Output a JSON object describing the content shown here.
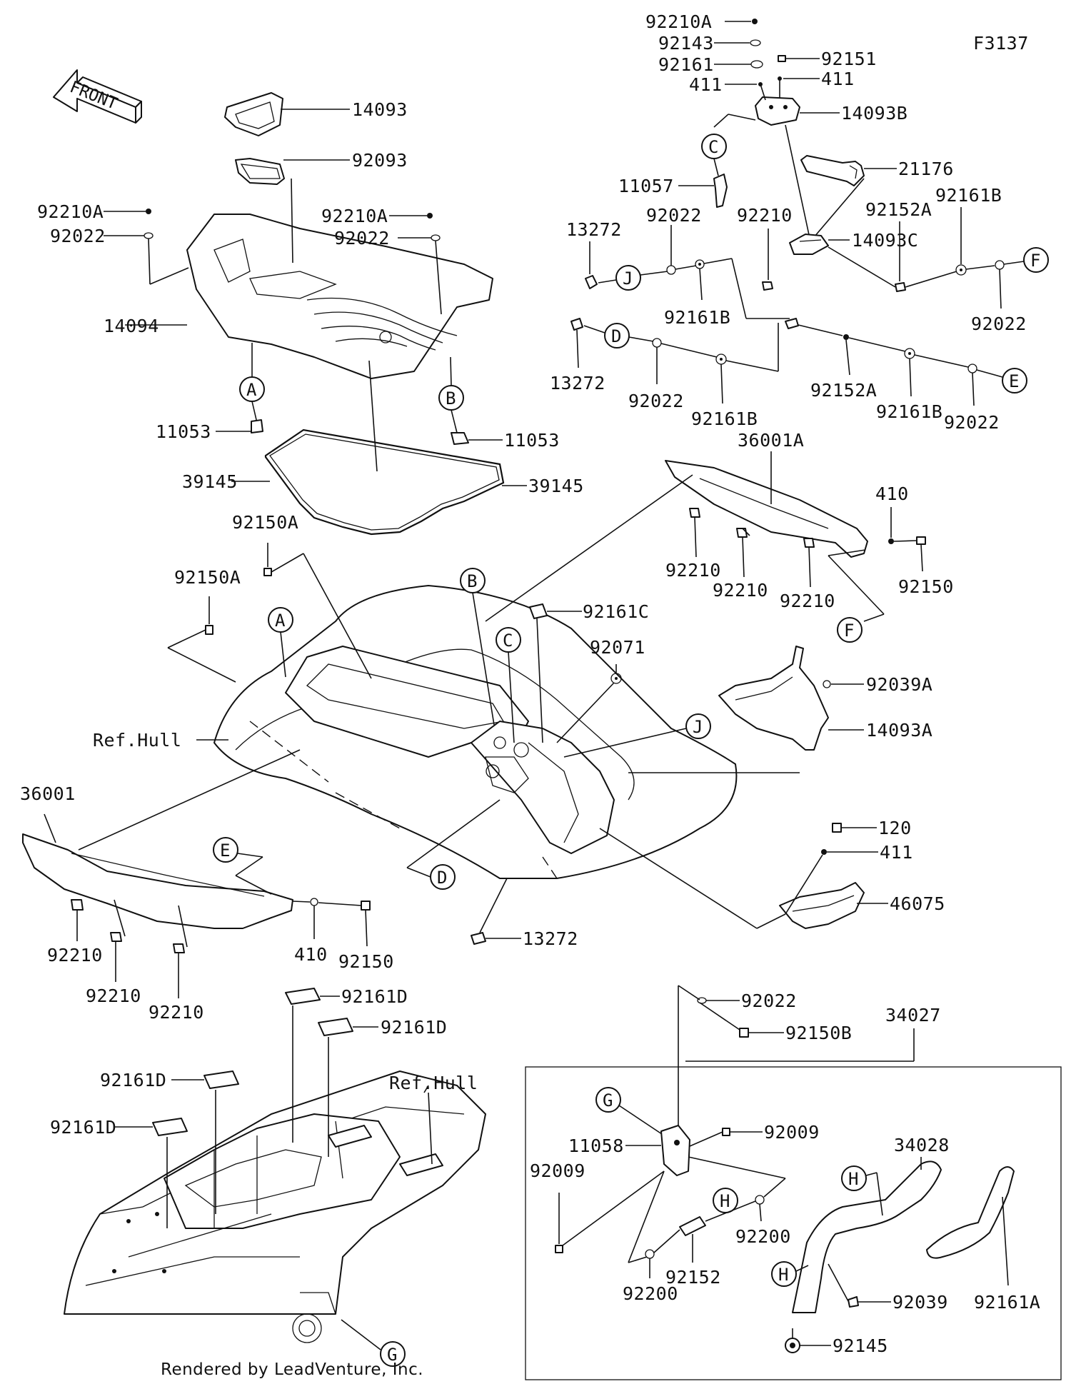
{
  "figure_code": "F3137",
  "footer": "Rendered by LeadVenture, Inc.",
  "front_arrow": "FRONT",
  "ref_hull_top": "Ref.Hull",
  "ref_hull_bottom": "Ref.Hull",
  "callouts": {
    "A1": "A",
    "A2": "A",
    "B1": "B",
    "B2": "B",
    "C1": "C",
    "C2": "C",
    "D1": "D",
    "D2": "D",
    "E1": "E",
    "E2": "E",
    "F1": "F",
    "F2": "F",
    "G1": "G",
    "G2": "G",
    "H1": "H",
    "H2": "H",
    "H3": "H",
    "J1": "J",
    "J2": "J"
  },
  "parts": {
    "p_92210A_top": "92210A",
    "p_92143": "92143",
    "p_92161": "92161",
    "p_92151": "92151",
    "p_411_l": "411",
    "p_411_r": "411",
    "p_14093B": "14093B",
    "p_11057": "11057",
    "p_21176": "21176",
    "p_13272_a": "13272",
    "p_92022_a": "92022",
    "p_92210_b": "92210",
    "p_92152A_a": "92152A",
    "p_92161B_a": "92161B",
    "p_92161B_b": "92161B",
    "p_14093C": "14093C",
    "p_92022_b": "92022",
    "p_13272_b": "13272",
    "p_92022_c": "92022",
    "p_92161B_c": "92161B",
    "p_92152A_b": "92152A",
    "p_92161B_d": "92161B",
    "p_92022_d": "92022",
    "p_14093": "14093",
    "p_92093": "92093",
    "p_92210A_l": "92210A",
    "p_92022_l": "92022",
    "p_92210A_m": "92210A",
    "p_92022_m": "92022",
    "p_14094": "14094",
    "p_11053_l": "11053",
    "p_11053_r": "11053",
    "p_39145_l": "39145",
    "p_39145_r": "39145",
    "p_36001A": "36001A",
    "p_92150A_a": "92150A",
    "p_92150A_b": "92150A",
    "p_410_r": "410",
    "p_92210_r1": "92210",
    "p_92210_r2": "92210",
    "p_92210_r3": "92210",
    "p_92150_r": "92150",
    "p_92161C": "92161C",
    "p_92071": "92071",
    "p_92039A": "92039A",
    "p_14093A": "14093A",
    "p_36001": "36001",
    "p_410_l": "410",
    "p_92150_l": "92150",
    "p_92210_l1": "92210",
    "p_92210_l2": "92210",
    "p_92210_l3": "92210",
    "p_120": "120",
    "p_411_b": "411",
    "p_46075": "46075",
    "p_13272_c": "13272",
    "p_92161D_a": "92161D",
    "p_92161D_b": "92161D",
    "p_92161D_c": "92161D",
    "p_92161D_d": "92161D",
    "p_92022_g": "92022",
    "p_92150B": "92150B",
    "p_34027": "34027",
    "p_11058": "11058",
    "p_92009_r": "92009",
    "p_92009_l": "92009",
    "p_34028": "34028",
    "p_92200_r": "92200",
    "p_92200_l": "92200",
    "p_92152": "92152",
    "p_92039": "92039",
    "p_92161A": "92161A",
    "p_92145": "92145"
  }
}
